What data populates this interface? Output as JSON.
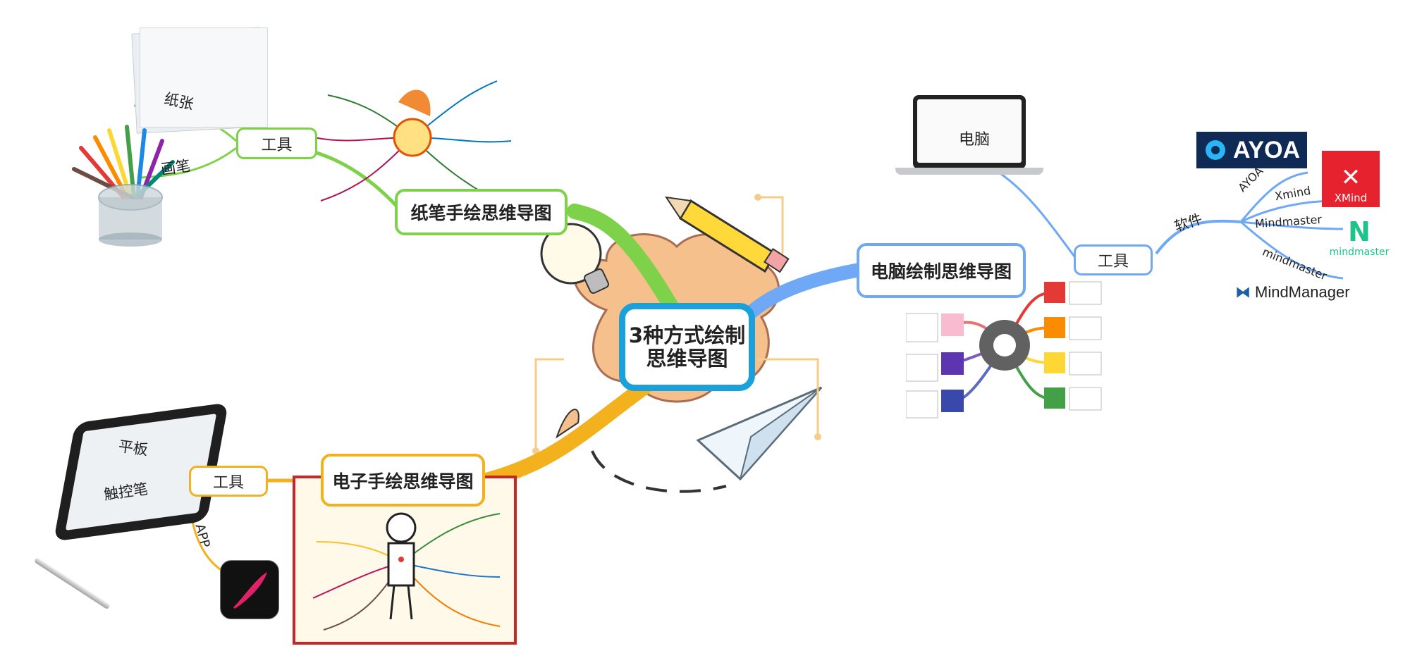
{
  "central_topic": {
    "line1": "3种方式绘制",
    "line2": "思维导图"
  },
  "branches": {
    "paper": {
      "title": "纸笔手绘思维导图",
      "color": "#7ed24a",
      "tool_node": "工具",
      "items": [
        "纸张",
        "画笔"
      ]
    },
    "computer": {
      "title": "电脑绘制思维导图",
      "color": "#6fa8f5",
      "tool_node": "工具",
      "items": [
        "电脑",
        "软件"
      ],
      "software": [
        "AYOA",
        "Xmind",
        "Mindmaster",
        "mindmaster"
      ],
      "logos": {
        "ayoa": "AYOA",
        "xmind": "XMind",
        "mindmaster": "mindmaster",
        "mindmanager": "MindManager"
      }
    },
    "digital": {
      "title": "电子手绘思维导图",
      "color": "#f3b21d",
      "tool_node": "工具",
      "items": [
        "平板",
        "触控笔",
        "APP"
      ]
    }
  }
}
